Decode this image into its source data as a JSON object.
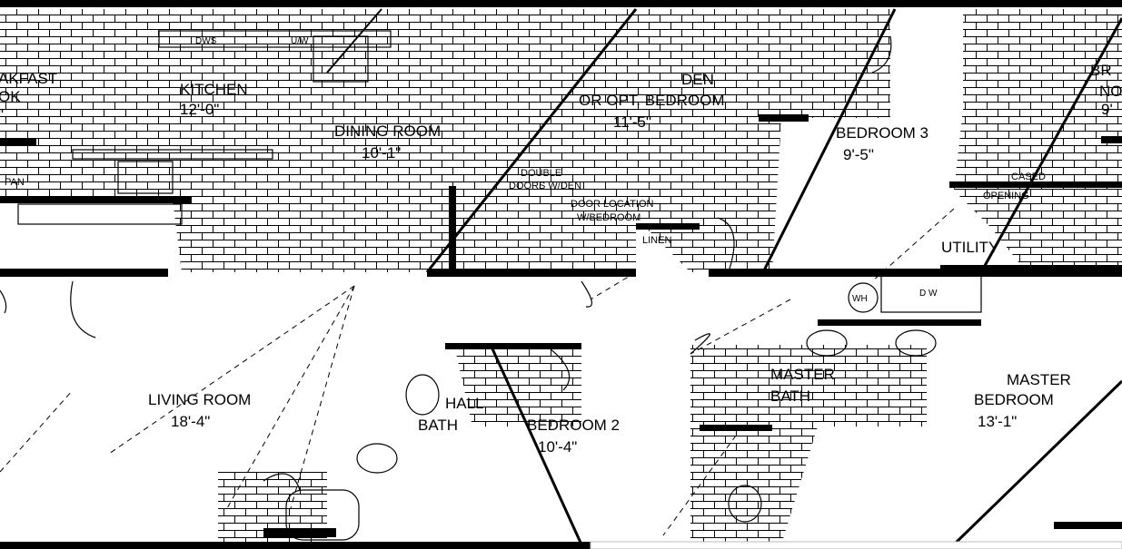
{
  "rooms": {
    "breakfast": {
      "name_1": "AKFAST",
      "name_2": "OK",
      "dim": "\""
    },
    "kitchen": {
      "name": "KITCHEN",
      "dim": "12'-0\""
    },
    "dining": {
      "name": "DINING ROOM",
      "dim": "10'-1\""
    },
    "den": {
      "name_1": "DEN",
      "name_2": "OR OPT. BEDROOM",
      "dim": "11'-5\""
    },
    "bedroom3": {
      "name": "BEDROOM 3",
      "dim": "9'-5\""
    },
    "breakfast_right": {
      "name_1": "BR",
      "name_2": "NO",
      "dim": "9'"
    },
    "utility": {
      "name": "UTILITY"
    },
    "living": {
      "name": "LIVING ROOM",
      "dim": "18'-4\""
    },
    "hall_bath": {
      "name_1": "HALL",
      "name_2": "BATH"
    },
    "bedroom2": {
      "name": "BEDROOM 2",
      "dim": "10'-4\""
    },
    "master_bath": {
      "name_1": "MASTER",
      "name_2": "BATH"
    },
    "master_bedroom": {
      "name_1": "MASTER",
      "name_2": "BEDROOM",
      "dim": "13'-1\""
    }
  },
  "notes": {
    "double_doors_1": "DOUBLE",
    "double_doors_2": "DOORS W/DEN",
    "door_location_1": "DOOR LOCATION",
    "door_location_2": "W/BEDROOM",
    "linen": "LINEN",
    "cased_1": "CASED",
    "cased_2": "OPENING",
    "pan": "PAN"
  },
  "fixtures": {
    "dws": "DWS",
    "uw": "U/W",
    "wh": "WH",
    "dw": "D     W"
  }
}
